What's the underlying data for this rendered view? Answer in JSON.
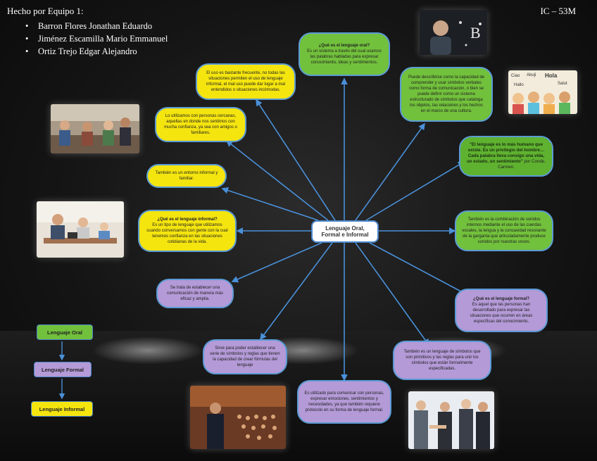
{
  "header": {
    "title": "Hecho por Equipo 1:",
    "members": [
      "Barron Flores Jonathan Eduardo",
      "Jiménez Escamilla Mario Emmanuel",
      "Ortiz Trejo Edgar Alejandro"
    ],
    "group_code": "IC – 53M"
  },
  "center": {
    "line1": "Lenguaje Oral,",
    "line2": "Formal e Informal"
  },
  "nodes": {
    "oral_def": {
      "title": "¿Qué es el lenguaje oral?",
      "text": "Es un sistema a través del cual usamos las palabras habladas para expresar conocimiento, ideas y sentimientos."
    },
    "oral_simbolos": {
      "text": "Puede describirse como la capacidad de comprender y usar símbolos verbales como forma de comunicación, o bien se puede definir como un sistema estructurado de símbolos que cataloga los objetos, las relaciones y los hechos en el marco de una cultura."
    },
    "oral_quote": {
      "quote": "\"El lenguaje es lo más humano que existe. Es un privilegio del hombre… Cada palabra lleva consigo una vida, un estado, un sentimiento\"",
      "author": " por Conde, Carmen."
    },
    "oral_sonidos": {
      "text": "También es la combinación de sonidos internos mediante el uso de las cuerdas vocales, la lengua y la concavidad resonante de la garganta que articuladamente produce sonidos por nuestras voces."
    },
    "formal_def": {
      "title": "¿Qué es el lenguaje formal?",
      "text": "Es aquel que las personas han desarrollado para expresar las situaciones que ocurren en áreas específicas del conocimiento."
    },
    "formal_simbolos": {
      "text": "También es un lenguaje de símbolos que son primitivos y las reglas para unir los símbolos que están formalmente especificadas."
    },
    "formal_comunicar": {
      "text": "Es utilizado para comunicar con personas, expresar emociones, sentimientos y necesidades, ya que también requiere protocolo en su forma de lenguaje formal."
    },
    "formal_serie": {
      "text": "Sirve para poder establecer una serie de símbolos y reglas que tienen la capacidad de crear fórmulas del lenguaje"
    },
    "formal_amplia": {
      "text": "Se trata de establecer una comunicación de manera más eficaz y amplia."
    },
    "informal_def": {
      "title": "¿Qué es el lenguaje informal?",
      "text": "Es un tipo de lenguaje que utilizamos cuando conversamos con gente con la cual tenemos confianza en las situaciones cotidianas de la vida."
    },
    "informal_entorno": {
      "text": "También es un entorno informal y familiar."
    },
    "informal_cercanas": {
      "text": "Lo utilizamos con personas cercanas, aquellas en donde nos sentimos con mucha confianza, ya sea con amigos o familiares."
    },
    "informal_frecuente": {
      "text": "El uso es bastante frecuente, no todas las situaciones permiten el uso de lenguaje informal, el mal uso puede dar lugar a mal entendidos o situaciones incómodas."
    }
  },
  "legend": {
    "oral": "Lenguaje Oral",
    "formal": "Lenguaje Formal",
    "informal": "Lenguaje Informal"
  },
  "photo_text": {
    "letter": "B",
    "bubbles": [
      "Ciao",
      "Abuji",
      "Hola",
      "Salut",
      "Hallo"
    ]
  },
  "colors": {
    "oral": "#72c13c",
    "formal": "#b49ad7",
    "informal": "#f5e50f",
    "connector": "#4a90d9"
  }
}
